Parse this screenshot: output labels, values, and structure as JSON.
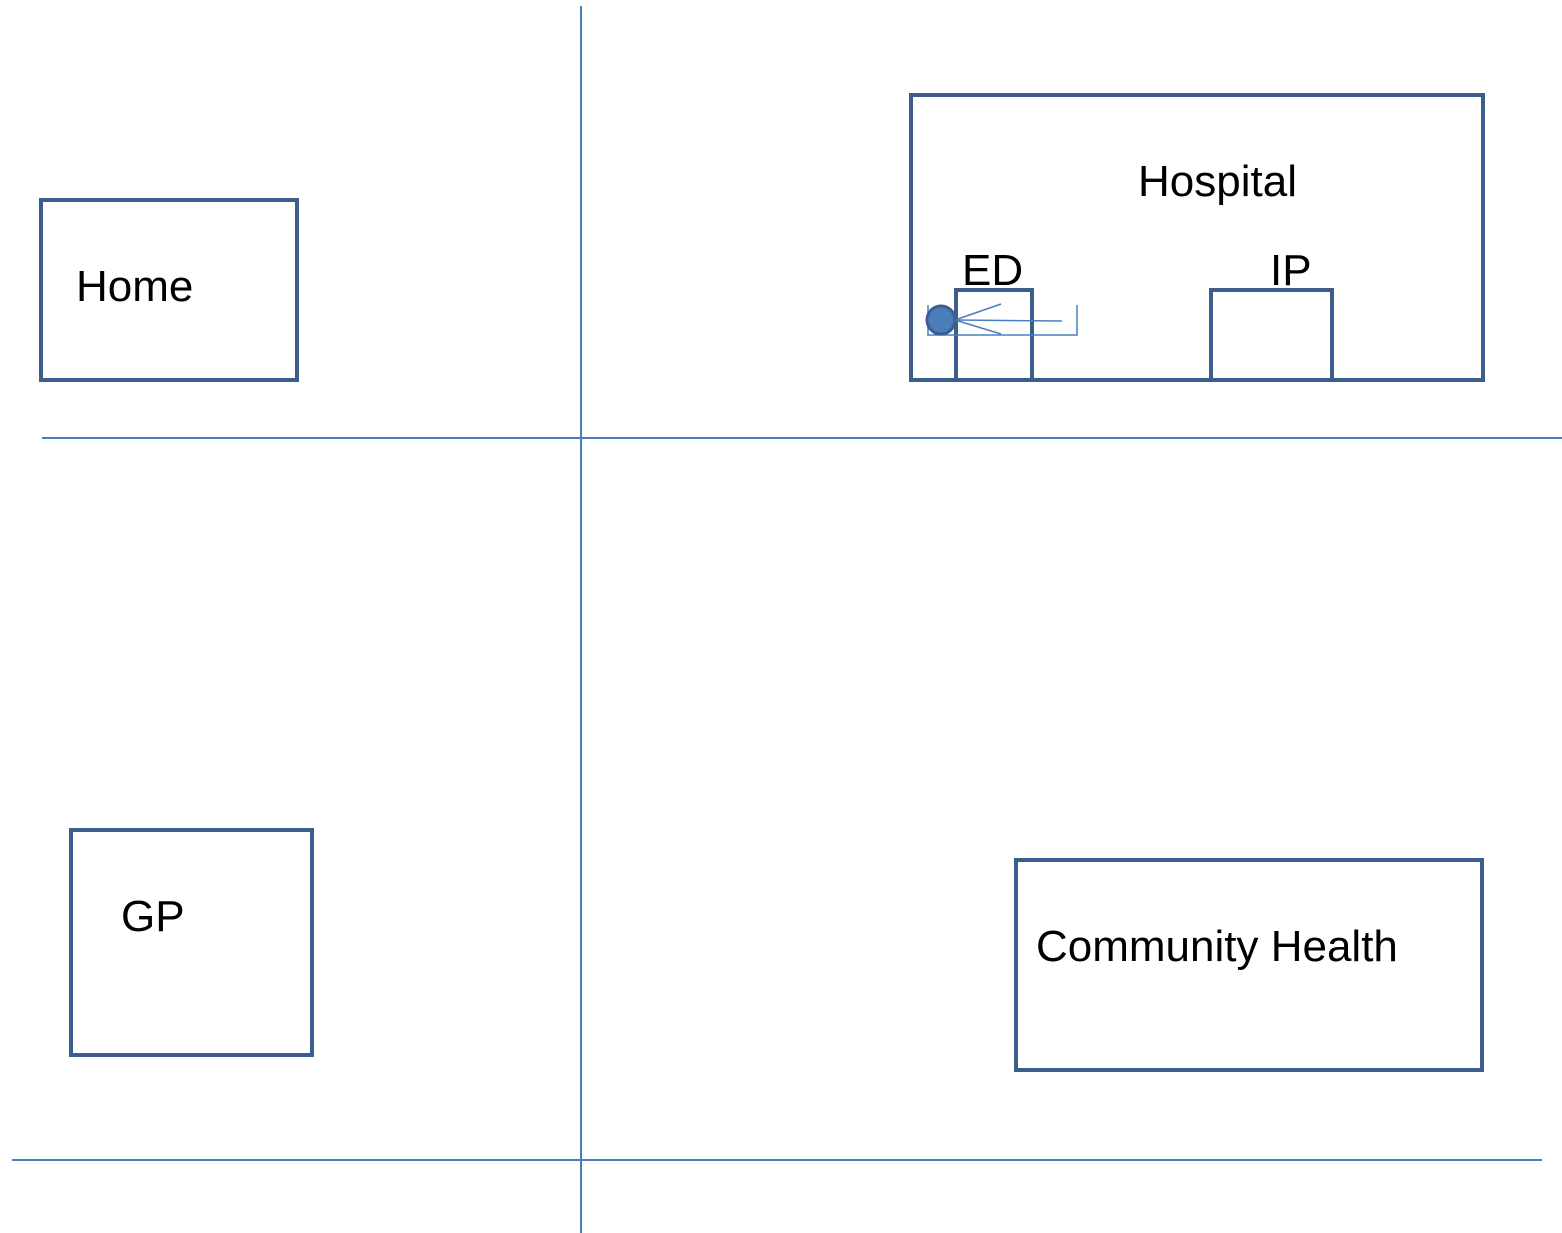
{
  "diagram": {
    "locations": {
      "home": {
        "label": "Home"
      },
      "hospital": {
        "label": "Hospital",
        "departments": {
          "ed": {
            "label": "ED"
          },
          "ip": {
            "label": "IP"
          }
        }
      },
      "gp": {
        "label": "GP"
      },
      "community_health": {
        "label": "Community Health"
      }
    },
    "patient_marker": {
      "location": "ED",
      "icon": "person-lying-icon"
    }
  },
  "colors": {
    "box_stroke": "#3B5E8C",
    "divider": "#4A7EBB",
    "patient": "#4A7EBB",
    "text": "#000000",
    "background": "#FFFFFF"
  }
}
